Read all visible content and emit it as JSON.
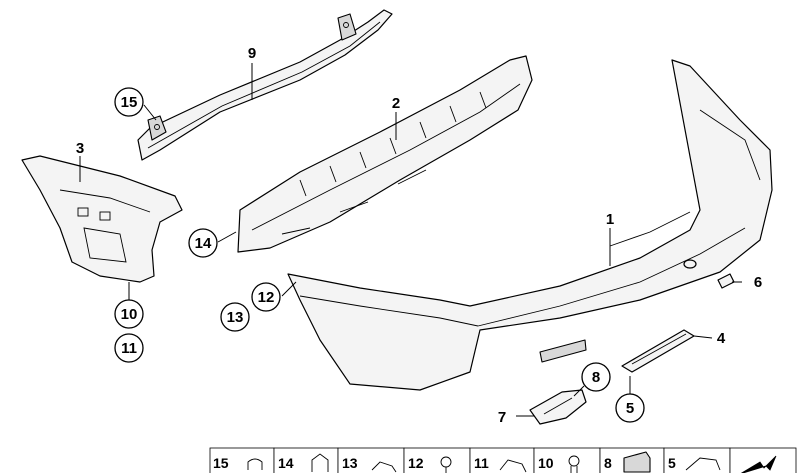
{
  "callouts": {
    "c1": "1",
    "c2": "2",
    "c3": "3",
    "c4": "4",
    "c5": "5",
    "c6": "6",
    "c7": "7",
    "c8": "8",
    "c9": "9",
    "c10": "10",
    "c11": "11",
    "c12": "12",
    "c13": "13",
    "c14": "14",
    "c15": "15"
  },
  "parts_strip": [
    "15",
    "14",
    "13",
    "12",
    "11",
    "10",
    "8",
    "5"
  ]
}
